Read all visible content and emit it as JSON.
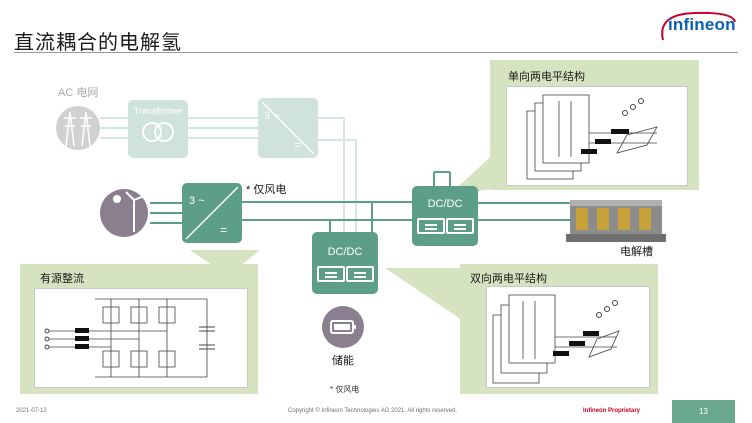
{
  "page": {
    "title": "直流耦合的电解氢",
    "logo_text": "infineon"
  },
  "grid": {
    "label": "AC 电网"
  },
  "converters": {
    "transformer": "Transformer",
    "grid_inverter": "3 ~",
    "grid_inverter_dc": "=",
    "wind_inverter": "3 ~",
    "wind_inverter_dc": "=",
    "dcdc_top": "DC/DC",
    "dcdc_bottom": "DC/DC"
  },
  "labels": {
    "wind_only": "* 仅风电",
    "electrolyzer": "电解槽",
    "storage": "储能",
    "storage_note": "* 仅风电"
  },
  "panels": {
    "unidirectional": "单向两电平结构",
    "bidirectional": "双向两电平结构",
    "active_rectifier": "有源整流"
  },
  "footer": {
    "date": "2021-07-12",
    "copyright": "Copyright © Infineon Technologies AG 2021. All rights reserved.",
    "proprietary": "Infineon Proprietary",
    "page_number": "13"
  },
  "colors": {
    "accent_green": "#5c9e87",
    "light_green": "#cfe3da",
    "panel_green": "#d6e3c0",
    "brand_blue": "#0a5fb4",
    "brand_red": "#c8002d"
  },
  "icons": [
    "power-tower-icon",
    "renewable-source-icon",
    "battery-icon",
    "electrolyzer-stack-icon",
    "transformer-icon"
  ]
}
